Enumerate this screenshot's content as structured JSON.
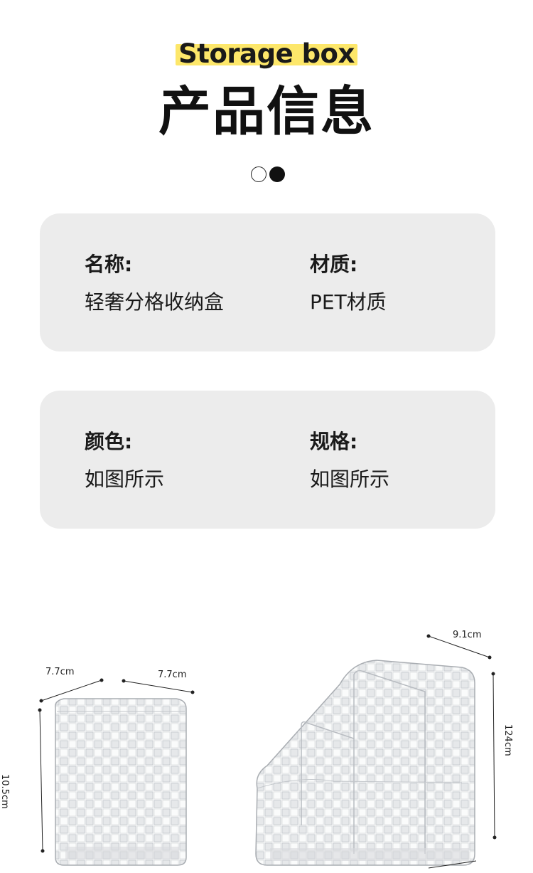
{
  "header": {
    "subtitle": "Storage box",
    "title": "产品信息",
    "accent_color": "#fde76a"
  },
  "pager": {
    "dots": [
      "empty",
      "filled"
    ]
  },
  "info_cards": [
    {
      "left": {
        "label": "名称:",
        "value": "轻奢分格收纳盒"
      },
      "right": {
        "label": "材质:",
        "value": "PET材质"
      }
    },
    {
      "left": {
        "label": "颜色:",
        "value": "如图所示"
      },
      "right": {
        "label": "规格:",
        "value": "如图所示"
      }
    }
  ],
  "products": {
    "square_box": {
      "width": "7.7cm",
      "depth": "7.7cm",
      "height": "10.5cm"
    },
    "divided_box": {
      "depth": "9.1cm",
      "height": "124cm"
    }
  }
}
